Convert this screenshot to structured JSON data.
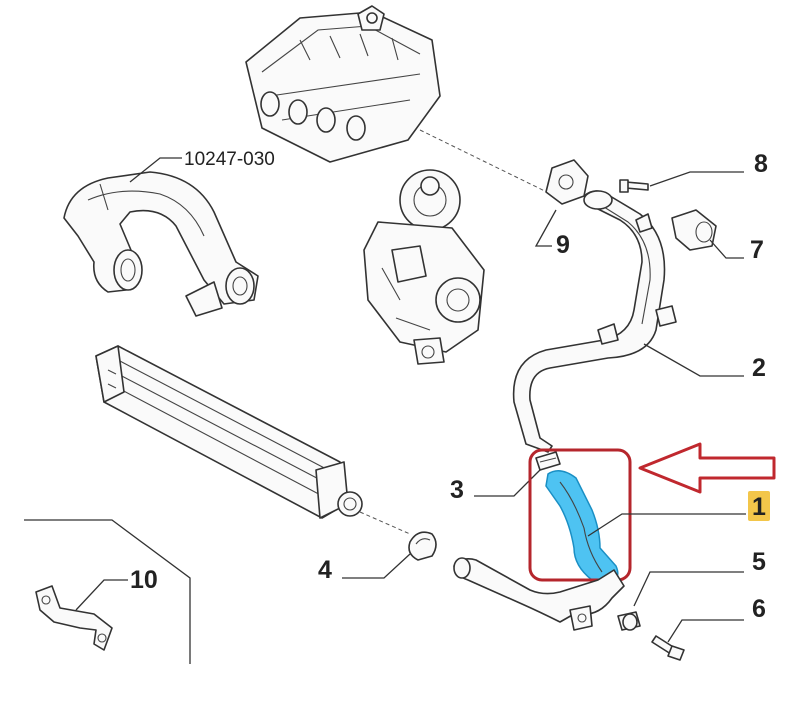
{
  "labels": {
    "ref": "10247-030",
    "l1": "1",
    "l2": "2",
    "l3": "3",
    "l4": "4",
    "l5": "5",
    "l6": "6",
    "l7": "7",
    "l8": "8",
    "l9": "9",
    "l10": "10"
  },
  "colors": {
    "highlight_hose": "#4ec3f2",
    "highlight_box": "#b5262c",
    "arrow": "#c0282e",
    "label1_badge": "#f3c64a"
  }
}
